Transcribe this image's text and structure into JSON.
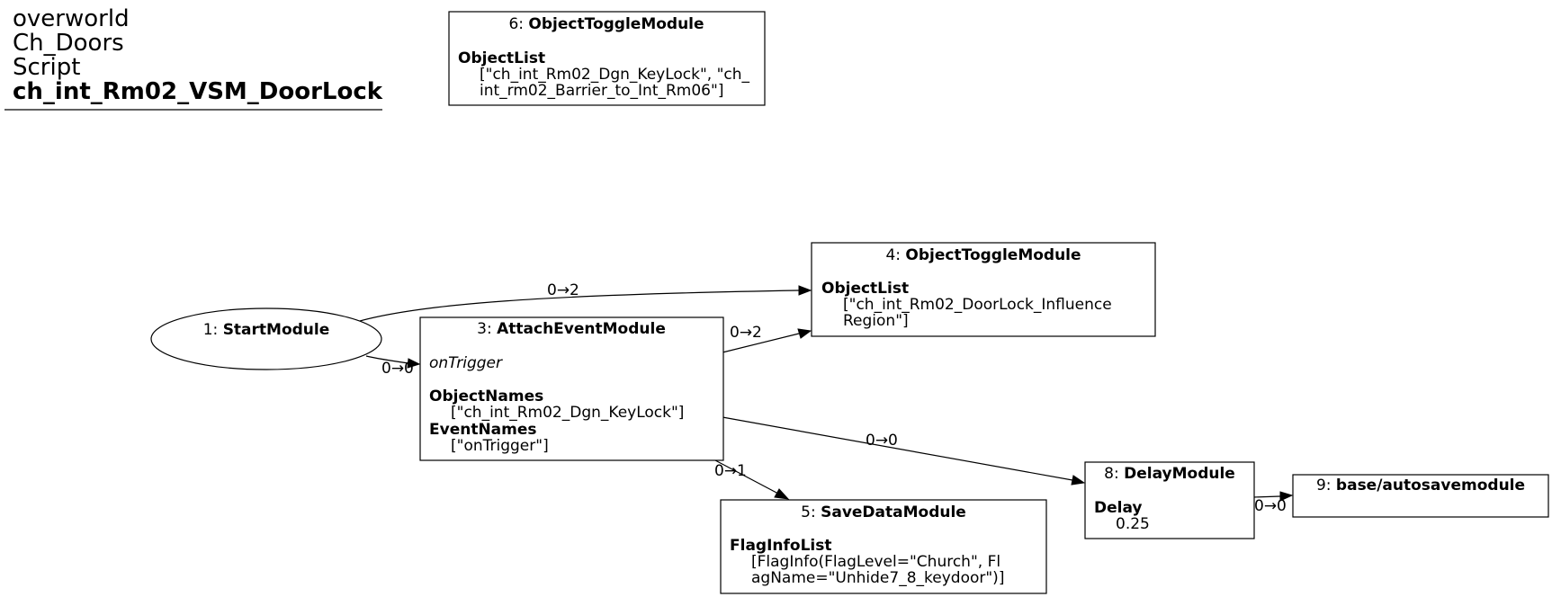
{
  "header": {
    "lines": [
      "overworld",
      "Ch_Doors",
      "Script"
    ],
    "script_name": "ch_int_Rm02_VSM_DoorLock"
  },
  "nodes": {
    "n6": {
      "id": "6",
      "type": "ObjectToggleModule",
      "param1_name": "ObjectList",
      "param1_lines": [
        "[\"ch_int_Rm02_Dgn_KeyLock\", \"ch_",
        "int_rm02_Barrier_to_Int_Rm06\"]"
      ]
    },
    "n1": {
      "id": "1",
      "type": "StartModule"
    },
    "n4": {
      "id": "4",
      "type": "ObjectToggleModule",
      "param1_name": "ObjectList",
      "param1_lines": [
        "[\"ch_int_Rm02_DoorLock_Influence",
        "Region\"]"
      ]
    },
    "n3": {
      "id": "3",
      "type": "AttachEventModule",
      "event": "onTrigger",
      "param1_name": "ObjectNames",
      "param1_lines": [
        "[\"ch_int_Rm02_Dgn_KeyLock\"]"
      ],
      "param2_name": "EventNames",
      "param2_lines": [
        "[\"onTrigger\"]"
      ]
    },
    "n5": {
      "id": "5",
      "type": "SaveDataModule",
      "param1_name": "FlagInfoList",
      "param1_lines": [
        "[FlagInfo(FlagLevel=\"Church\", Fl",
        "agName=\"Unhide7_8_keydoor\")]"
      ]
    },
    "n8": {
      "id": "8",
      "type": "DelayModule",
      "param1_name": "Delay",
      "param1_lines": [
        "0.25"
      ]
    },
    "n9": {
      "id": "9",
      "type": "base/autosavemodule"
    }
  },
  "edges": {
    "e1_4": {
      "from": "1",
      "to": "4",
      "label": "0→2"
    },
    "e1_3": {
      "from": "1",
      "to": "3",
      "label": "0→0"
    },
    "e3_4": {
      "from": "3",
      "to": "4",
      "label": "0→2"
    },
    "e3_8": {
      "from": "3",
      "to": "8",
      "label": "0→0"
    },
    "e3_5": {
      "from": "3",
      "to": "5",
      "label": "0→1"
    },
    "e8_9": {
      "from": "8",
      "to": "9",
      "label": "0→0"
    }
  }
}
